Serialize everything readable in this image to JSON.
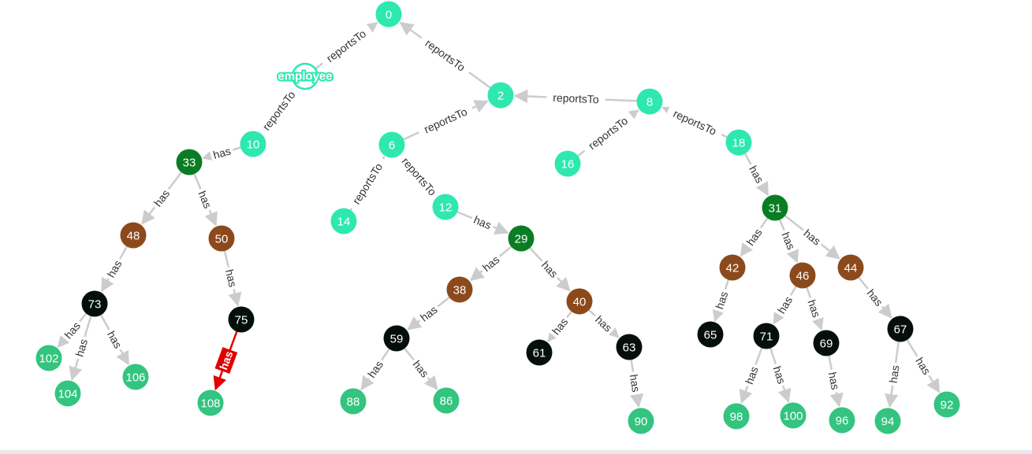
{
  "colors": {
    "employee": "#2ee8b0",
    "store": "#0a7d24",
    "category": "#8c4a1c",
    "subcategory": "#050f0a",
    "product": "#33c47f",
    "edge": "#cccccc",
    "highlight": "#e00000"
  },
  "group_node": {
    "id": "employee",
    "label": "employee"
  },
  "nodes": [
    {
      "id": "0",
      "label": "0",
      "type": "employee"
    },
    {
      "id": "2",
      "label": "2",
      "type": "employee"
    },
    {
      "id": "8",
      "label": "8",
      "type": "employee"
    },
    {
      "id": "10",
      "label": "10",
      "type": "employee"
    },
    {
      "id": "6",
      "label": "6",
      "type": "employee"
    },
    {
      "id": "16",
      "label": "16",
      "type": "employee"
    },
    {
      "id": "18",
      "label": "18",
      "type": "employee"
    },
    {
      "id": "14",
      "label": "14",
      "type": "employee"
    },
    {
      "id": "12",
      "label": "12",
      "type": "employee"
    },
    {
      "id": "33",
      "label": "33",
      "type": "store"
    },
    {
      "id": "29",
      "label": "29",
      "type": "store"
    },
    {
      "id": "31",
      "label": "31",
      "type": "store"
    },
    {
      "id": "48",
      "label": "48",
      "type": "category"
    },
    {
      "id": "50",
      "label": "50",
      "type": "category"
    },
    {
      "id": "38",
      "label": "38",
      "type": "category"
    },
    {
      "id": "40",
      "label": "40",
      "type": "category"
    },
    {
      "id": "42",
      "label": "42",
      "type": "category"
    },
    {
      "id": "46",
      "label": "46",
      "type": "category"
    },
    {
      "id": "44",
      "label": "44",
      "type": "category"
    },
    {
      "id": "73",
      "label": "73",
      "type": "subcategory"
    },
    {
      "id": "75",
      "label": "75",
      "type": "subcategory"
    },
    {
      "id": "59",
      "label": "59",
      "type": "subcategory"
    },
    {
      "id": "61",
      "label": "61",
      "type": "subcategory"
    },
    {
      "id": "63",
      "label": "63",
      "type": "subcategory"
    },
    {
      "id": "65",
      "label": "65",
      "type": "subcategory"
    },
    {
      "id": "71",
      "label": "71",
      "type": "subcategory"
    },
    {
      "id": "69",
      "label": "69",
      "type": "subcategory"
    },
    {
      "id": "67",
      "label": "67",
      "type": "subcategory"
    },
    {
      "id": "102",
      "label": "102",
      "type": "product"
    },
    {
      "id": "104",
      "label": "104",
      "type": "product"
    },
    {
      "id": "106",
      "label": "106",
      "type": "product"
    },
    {
      "id": "108",
      "label": "108",
      "type": "product"
    },
    {
      "id": "88",
      "label": "88",
      "type": "product"
    },
    {
      "id": "86",
      "label": "86",
      "type": "product"
    },
    {
      "id": "90",
      "label": "90",
      "type": "product"
    },
    {
      "id": "98",
      "label": "98",
      "type": "product"
    },
    {
      "id": "100",
      "label": "100",
      "type": "product"
    },
    {
      "id": "96",
      "label": "96",
      "type": "product"
    },
    {
      "id": "94",
      "label": "94",
      "type": "product"
    },
    {
      "id": "92",
      "label": "92",
      "type": "product"
    }
  ],
  "edges": [
    {
      "from": "employee",
      "to": "0",
      "label": "reportsTo"
    },
    {
      "from": "10",
      "to": "employee",
      "label": "reportsTo"
    },
    {
      "from": "2",
      "to": "0",
      "label": "reportsTo"
    },
    {
      "from": "8",
      "to": "2",
      "label": "reportsTo"
    },
    {
      "from": "6",
      "to": "2",
      "label": "reportsTo"
    },
    {
      "from": "16",
      "to": "8",
      "label": "reportsTo"
    },
    {
      "from": "18",
      "to": "8",
      "label": "reportsTo"
    },
    {
      "from": "14",
      "to": "6",
      "label": "reportsTo"
    },
    {
      "from": "12",
      "to": "6",
      "label": "reportsTo"
    },
    {
      "from": "10",
      "to": "33",
      "label": "has"
    },
    {
      "from": "12",
      "to": "29",
      "label": "has"
    },
    {
      "from": "18",
      "to": "31",
      "label": "has"
    },
    {
      "from": "33",
      "to": "48",
      "label": "has"
    },
    {
      "from": "33",
      "to": "50",
      "label": "has"
    },
    {
      "from": "48",
      "to": "73",
      "label": "has"
    },
    {
      "from": "50",
      "to": "75",
      "label": "has"
    },
    {
      "from": "73",
      "to": "102",
      "label": "has"
    },
    {
      "from": "73",
      "to": "104",
      "label": "has"
    },
    {
      "from": "73",
      "to": "106",
      "label": "has"
    },
    {
      "from": "75",
      "to": "108",
      "label": "has",
      "highlighted": true
    },
    {
      "from": "29",
      "to": "38",
      "label": "has"
    },
    {
      "from": "29",
      "to": "40",
      "label": "has"
    },
    {
      "from": "38",
      "to": "59",
      "label": "has"
    },
    {
      "from": "59",
      "to": "88",
      "label": "has"
    },
    {
      "from": "59",
      "to": "86",
      "label": "has"
    },
    {
      "from": "40",
      "to": "61",
      "label": "has"
    },
    {
      "from": "40",
      "to": "63",
      "label": "has"
    },
    {
      "from": "63",
      "to": "90",
      "label": "has"
    },
    {
      "from": "31",
      "to": "42",
      "label": "has"
    },
    {
      "from": "31",
      "to": "46",
      "label": "has"
    },
    {
      "from": "31",
      "to": "44",
      "label": "has"
    },
    {
      "from": "42",
      "to": "65",
      "label": "has"
    },
    {
      "from": "46",
      "to": "71",
      "label": "has"
    },
    {
      "from": "46",
      "to": "69",
      "label": "has"
    },
    {
      "from": "44",
      "to": "67",
      "label": "has"
    },
    {
      "from": "71",
      "to": "98",
      "label": "has"
    },
    {
      "from": "71",
      "to": "100",
      "label": "has"
    },
    {
      "from": "69",
      "to": "96",
      "label": "has"
    },
    {
      "from": "67",
      "to": "94",
      "label": "has"
    },
    {
      "from": "67",
      "to": "92",
      "label": "has"
    }
  ]
}
